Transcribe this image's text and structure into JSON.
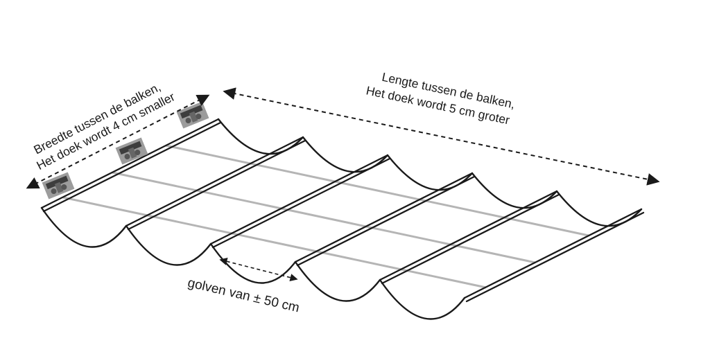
{
  "diagram": {
    "labels": {
      "width_line1": "Breedte tussen de balken,",
      "width_line2": "Het doek wordt 4 cm smaller",
      "length_line1": "Lengte tussen de balken,",
      "length_line2": "Het doek wordt 5 cm groter",
      "waves": "golven van ± 50 cm"
    },
    "colors": {
      "line": "#1a1a1a",
      "wire": "#b5b5b5",
      "text": "#1a1a1a",
      "hardware": "#9c9c9c"
    },
    "structure": {
      "rail_count": 6,
      "wave_count": 5,
      "wire_count": 3,
      "glider_count": 3
    }
  }
}
